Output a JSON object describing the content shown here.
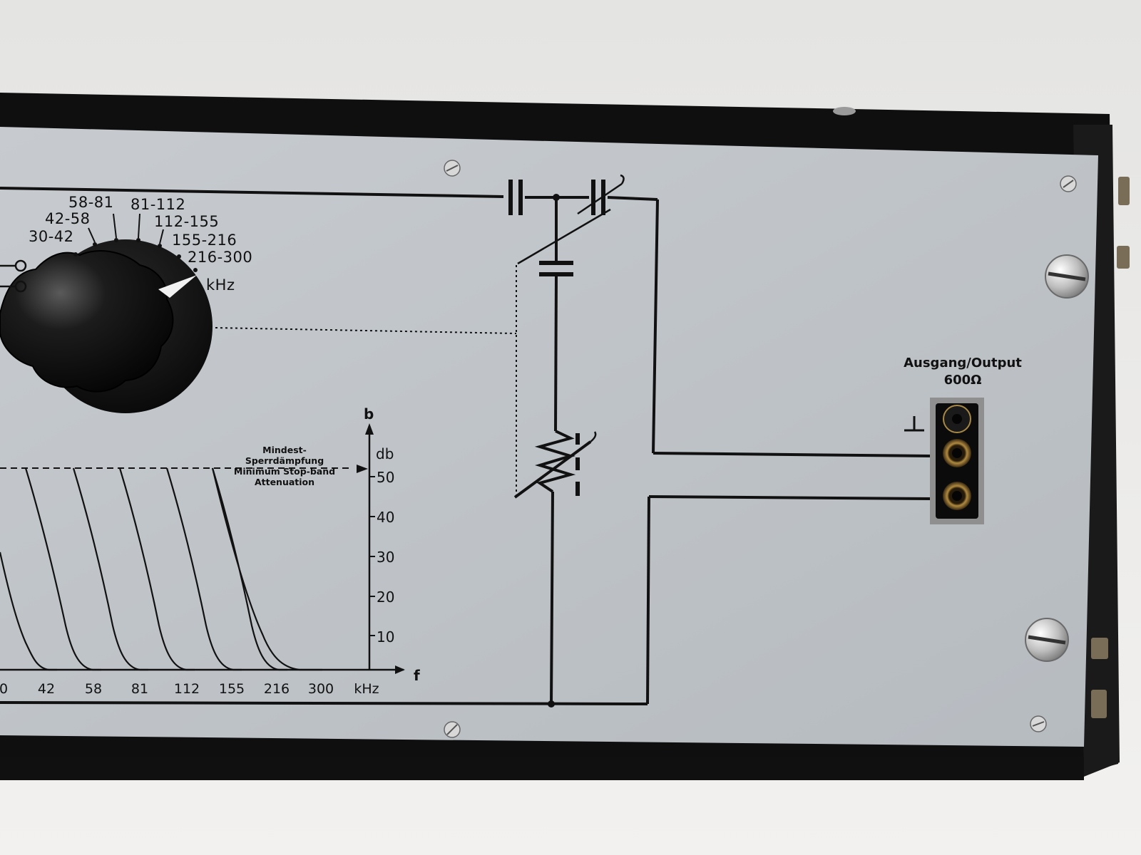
{
  "dial": {
    "ranges": [
      "30-42",
      "42-58",
      "58-81",
      "81-112",
      "112-155",
      "155-216",
      "216-300"
    ],
    "unit": "kHz"
  },
  "graph": {
    "x_ticks": [
      "0",
      "42",
      "58",
      "81",
      "112",
      "155",
      "216",
      "300"
    ],
    "x_unit": "kHz",
    "x_axis_label": "f",
    "y_axis_label": "b",
    "y_unit": "db",
    "y_ticks": [
      "50",
      "40",
      "30",
      "20",
      "10"
    ],
    "threshold_label_de_1": "Mindest-",
    "threshold_label_de_2": "Sperrdämpfung",
    "threshold_label_en_1": "Minimum Stop-band",
    "threshold_label_en_2": "Attenuation"
  },
  "output": {
    "label": "Ausgang/Output",
    "impedance": "600Ω",
    "ground_symbol": "⊥"
  }
}
